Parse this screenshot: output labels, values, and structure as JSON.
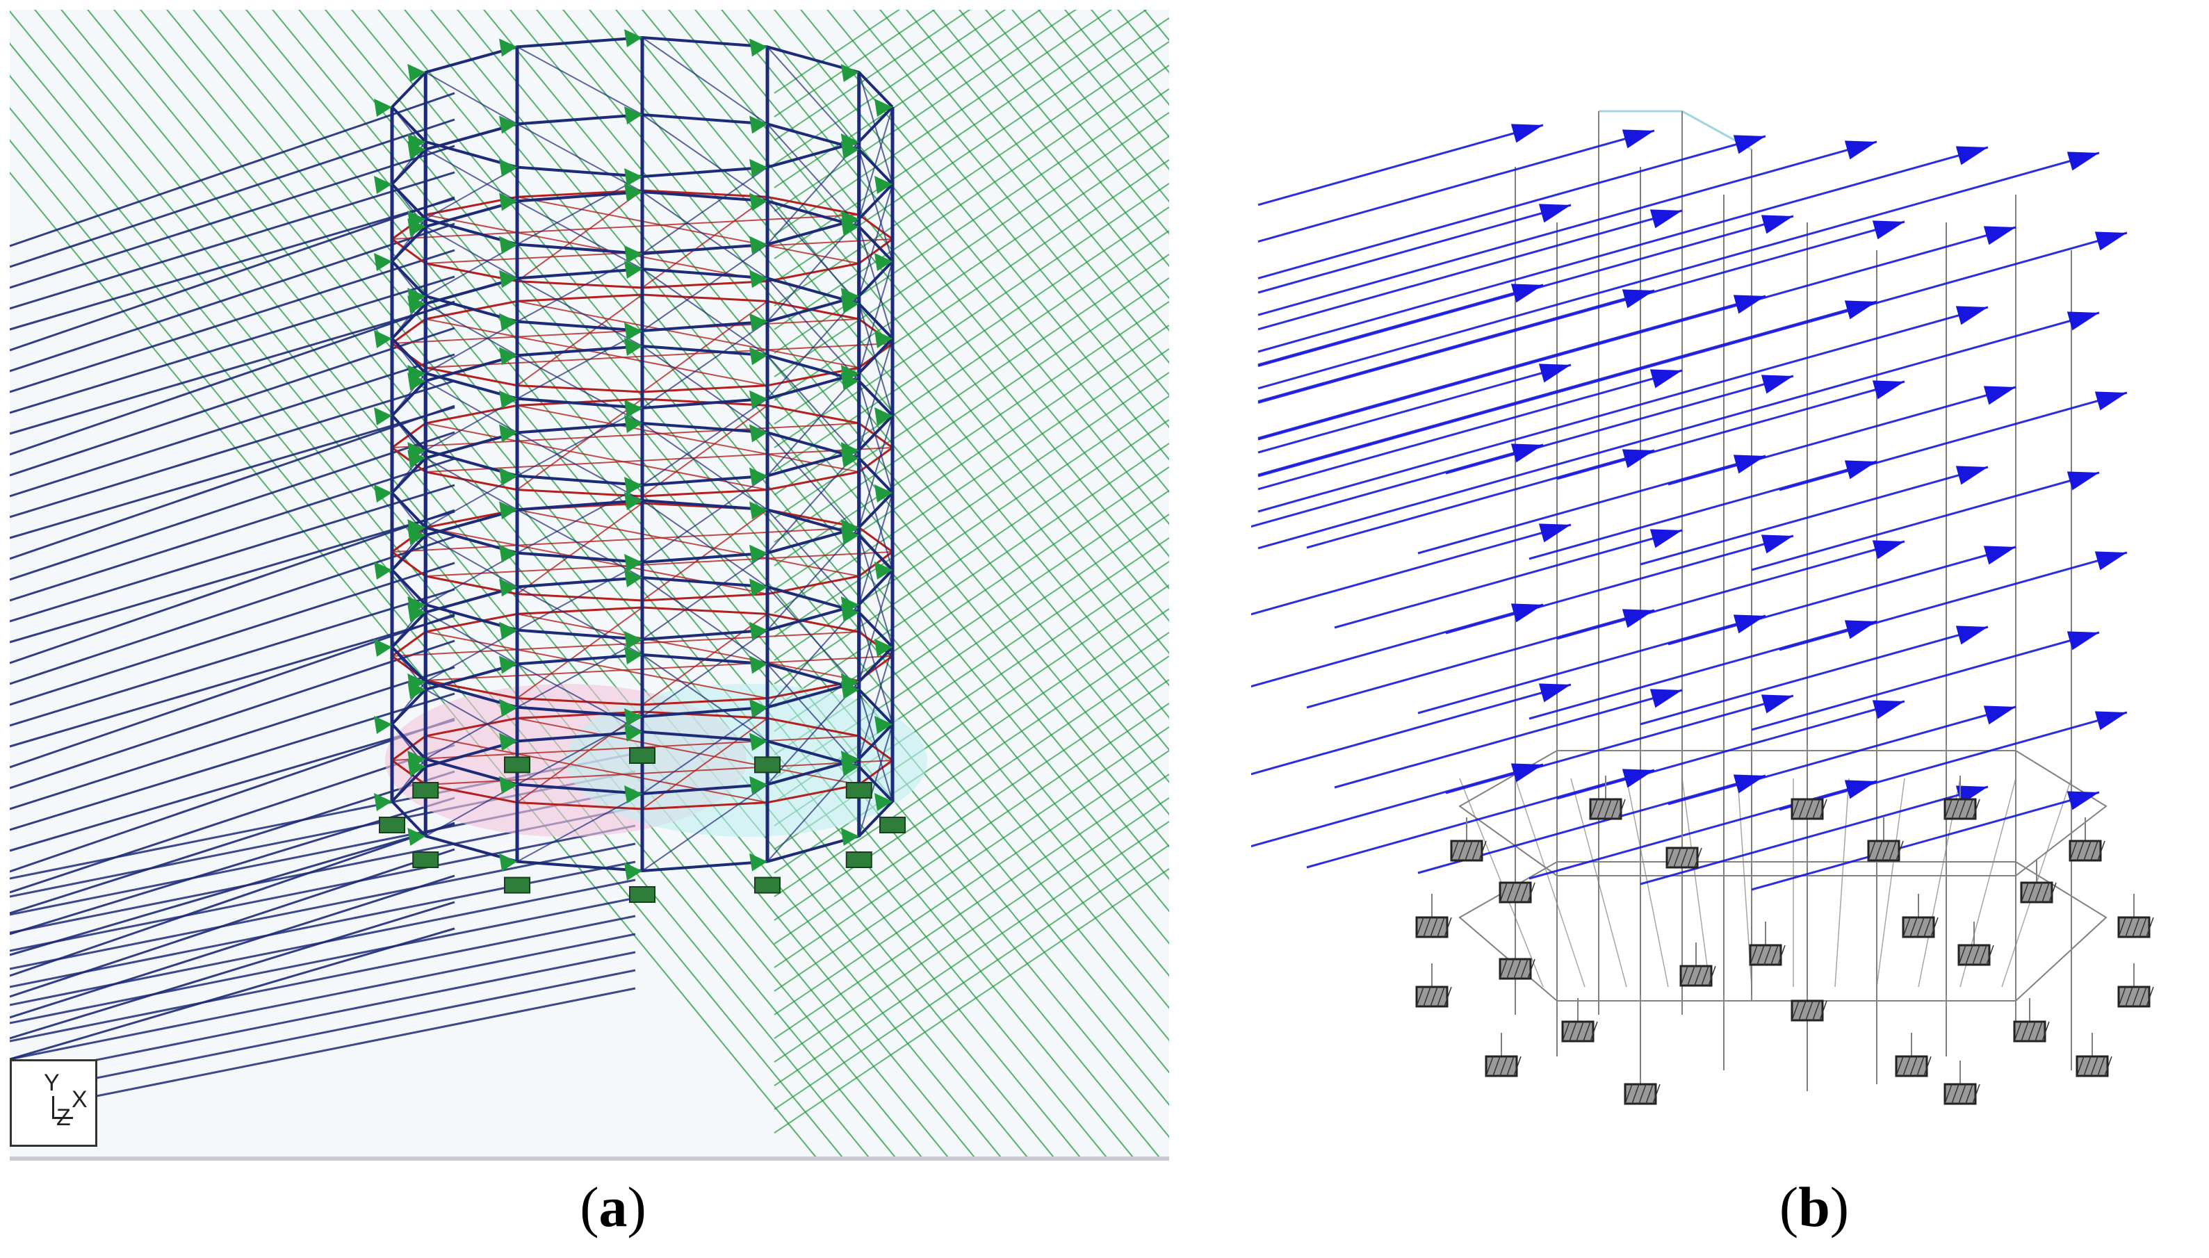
{
  "figure": {
    "panels": [
      {
        "id": "a",
        "caption_open": "(",
        "caption_letter": "a",
        "caption_close": ")",
        "axis_triad": {
          "y": "Y",
          "x": "X",
          "z": "Z"
        }
      },
      {
        "id": "b",
        "caption_open": "(",
        "caption_letter": "b",
        "caption_close": ")"
      }
    ]
  },
  "colors": {
    "panel_a_background": "#f4f8fb",
    "green_load_lines": "#1f9a3c",
    "navy_members": "#1c2a78",
    "red_bracing": "#b3201e",
    "panel_b_arrows": "#1616e0",
    "panel_b_frame": "#808080",
    "support_blocks": "#9a9a9a"
  },
  "icons": {
    "green_arrowheads": "arrowhead-icon",
    "fixed_supports": "support-block-icon"
  }
}
